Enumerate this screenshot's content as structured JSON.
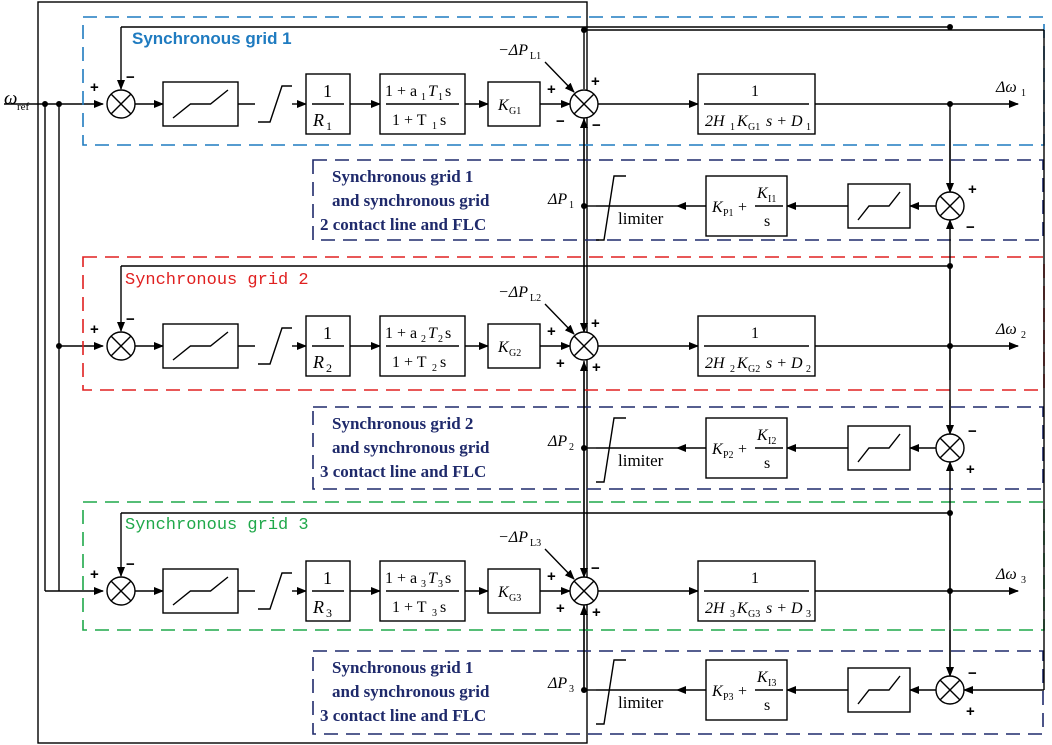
{
  "inputs": {
    "omega": "ω",
    "ref": "ref"
  },
  "grids": [
    {
      "title": "Synchronous grid 1",
      "color": "#1f7bc0",
      "R": "R",
      "R_sub": "1",
      "lead_num_a": "1 + a",
      "lead_num_sub": "1",
      "lead_num_T": "T",
      "lead_num_s": "s",
      "lead_den": "1 + T",
      "lead_den_s": "s",
      "KG": "K",
      "KG_sub": "G1",
      "dPL": "−ΔP",
      "dPL_sub": "L1",
      "plant_num": "1",
      "plant_den_a": "2H",
      "plant_den_K": "K",
      "plant_den_Ksub": "G1",
      "plant_den_b": "s + D",
      "out": "Δω",
      "out_sub": "1",
      "signs_sum": [
        "+",
        "+",
        "−",
        "−"
      ],
      "sign_in": [
        "+",
        "−"
      ]
    },
    {
      "title": "Synchronous grid 2",
      "color": "#e02020",
      "R": "R",
      "R_sub": "2",
      "lead_num_a": "1 + a",
      "lead_num_sub": "2",
      "lead_num_T": "T",
      "lead_num_s": "s",
      "lead_den": "1 + T",
      "lead_den_s": "s",
      "KG": "K",
      "KG_sub": "G2",
      "dPL": "−ΔP",
      "dPL_sub": "L2",
      "plant_num": "1",
      "plant_den_a": "2H",
      "plant_den_K": "K",
      "plant_den_Ksub": "G2",
      "plant_den_b": "s + D",
      "out": "Δω",
      "out_sub": "2",
      "signs_sum": [
        "+",
        "+",
        "+",
        "+"
      ],
      "sign_in": [
        "+",
        "−"
      ]
    },
    {
      "title": "Synchronous grid 3",
      "color": "#1fa84a",
      "R": "R",
      "R_sub": "3",
      "lead_num_a": "1 + a",
      "lead_num_sub": "3",
      "lead_num_T": "T",
      "lead_num_s": "s",
      "lead_den": "1 + T",
      "lead_den_s": "s",
      "KG": "K",
      "KG_sub": "G3",
      "dPL": "−ΔP",
      "dPL_sub": "L3",
      "plant_num": "1",
      "plant_den_a": "2H",
      "plant_den_K": "K",
      "plant_den_Ksub": "G3",
      "plant_den_b": "s + D",
      "out": "Δω",
      "out_sub": "3",
      "signs_sum": [
        "+",
        "−",
        "+",
        "+"
      ],
      "sign_in": [
        "+",
        "−"
      ]
    }
  ],
  "tielines": [
    {
      "lines": [
        "Synchronous grid 1",
        "and synchronous grid",
        "2 contact line and FLC"
      ],
      "dP": "ΔP",
      "dP_sub": "1",
      "limiter": "limiter",
      "KP": "K",
      "KP_sub": "P1",
      "KI": "K",
      "KI_sub": "I1",
      "s": "s",
      "plus": "+",
      "signs": [
        "+",
        "−"
      ]
    },
    {
      "lines": [
        "Synchronous grid 2",
        "and synchronous grid",
        "3 contact line and FLC"
      ],
      "dP": "ΔP",
      "dP_sub": "2",
      "limiter": "limiter",
      "KP": "K",
      "KP_sub": "P2",
      "KI": "K",
      "KI_sub": "I2",
      "s": "s",
      "plus": "+",
      "signs": [
        "−",
        "+"
      ]
    },
    {
      "lines": [
        "Synchronous grid 1",
        "and synchronous grid",
        "3 contact line and FLC"
      ],
      "dP": "ΔP",
      "dP_sub": "3",
      "limiter": "limiter",
      "KP": "K",
      "KP_sub": "P3",
      "KI": "K",
      "KI_sub": "I3",
      "s": "s",
      "plus": "+",
      "signs": [
        "−",
        "+"
      ]
    }
  ],
  "colors": {
    "flc_border": "#1f2a6b",
    "flc_text": "#1f2a6b"
  }
}
